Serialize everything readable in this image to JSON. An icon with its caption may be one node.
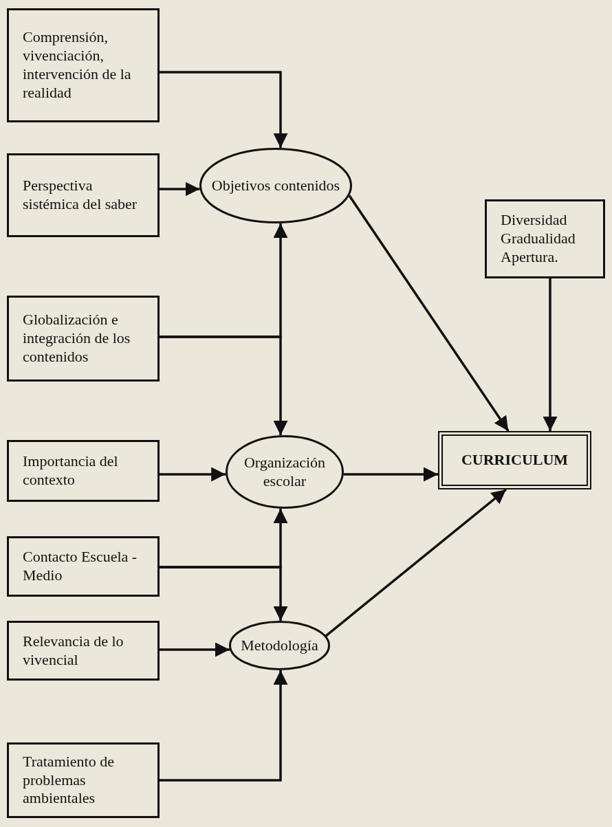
{
  "diagram": {
    "nodes": [
      {
        "text": [
          "Comprensión, vivenciación, intervención de la realidad"
        ]
      },
      {
        "text": [
          "Perspectiva sistémica del saber"
        ]
      },
      {
        "text": [
          "Objetivos contenidos"
        ]
      },
      {
        "text": [
          "Diversidad Gradualidad Apertura."
        ]
      },
      {
        "text": [
          "Globalización e integración de los contenidos"
        ]
      },
      {
        "text": [
          "Importancia del contexto"
        ]
      },
      {
        "text": [
          "Organización escolar"
        ]
      },
      {
        "text": [
          "CURRICULUM"
        ]
      },
      {
        "text": [
          "Contacto Escuela -Medio"
        ]
      },
      {
        "text": [
          "Metodología"
        ]
      },
      {
        "text": [
          "Relevancia de lo vivencial"
        ]
      },
      {
        "text": [
          "Tratamiento de problemas ambientales"
        ]
      }
    ],
    "edges": [
      {
        "from": 0,
        "to": 2,
        "arrow": "to"
      },
      {
        "from": 1,
        "to": 2,
        "arrow": "to"
      },
      {
        "from": 4,
        "to": 2,
        "arrow": "to"
      },
      {
        "from": 4,
        "to": 6,
        "arrow": "to"
      },
      {
        "from": 2,
        "to": 7,
        "arrow": "to"
      },
      {
        "from": 3,
        "to": 7,
        "arrow": "to"
      },
      {
        "from": 5,
        "to": 6,
        "arrow": "to"
      },
      {
        "from": 6,
        "to": 7,
        "arrow": "to"
      },
      {
        "from": 8,
        "to": 6,
        "arrow": "to"
      },
      {
        "from": 8,
        "to": 9,
        "arrow": "to"
      },
      {
        "from": 9,
        "to": 7,
        "arrow": "to"
      },
      {
        "from": 10,
        "to": 9,
        "arrow": "to"
      },
      {
        "from": 11,
        "to": 9,
        "arrow": "to"
      }
    ]
  }
}
